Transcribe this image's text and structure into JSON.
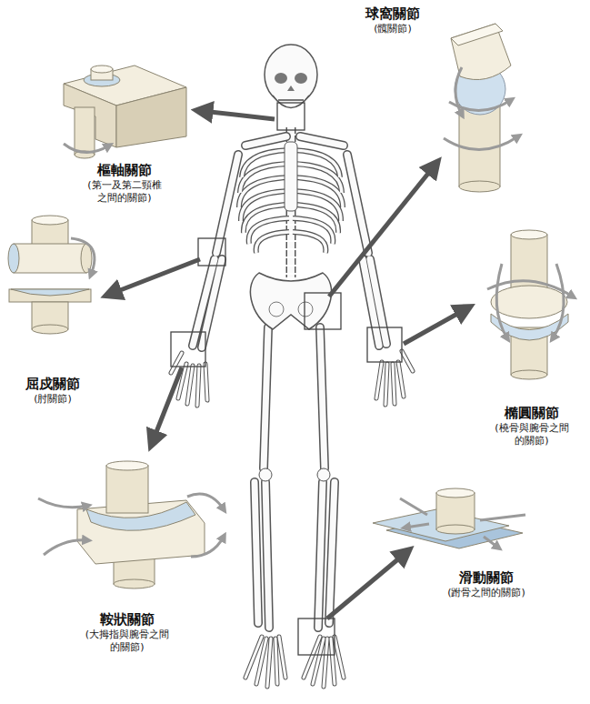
{
  "diagram": {
    "nodes": [
      {
        "text": [
          "樞軸關節",
          "(第一及第二頸椎 之間的關節)"
        ]
      },
      {
        "text": [
          "球窩關節",
          "(髖關節)"
        ]
      },
      {
        "text": [
          "屈戍關節",
          "(肘關節)"
        ]
      },
      {
        "text": [
          "橢圓關節",
          "(橈骨與腕骨之間 的關節)"
        ]
      },
      {
        "text": [
          "鞍狀關節",
          "(大拇指與腕骨之間 的關節)"
        ]
      },
      {
        "text": [
          "滑動關節",
          "(跗骨之間的關節)"
        ]
      }
    ]
  }
}
